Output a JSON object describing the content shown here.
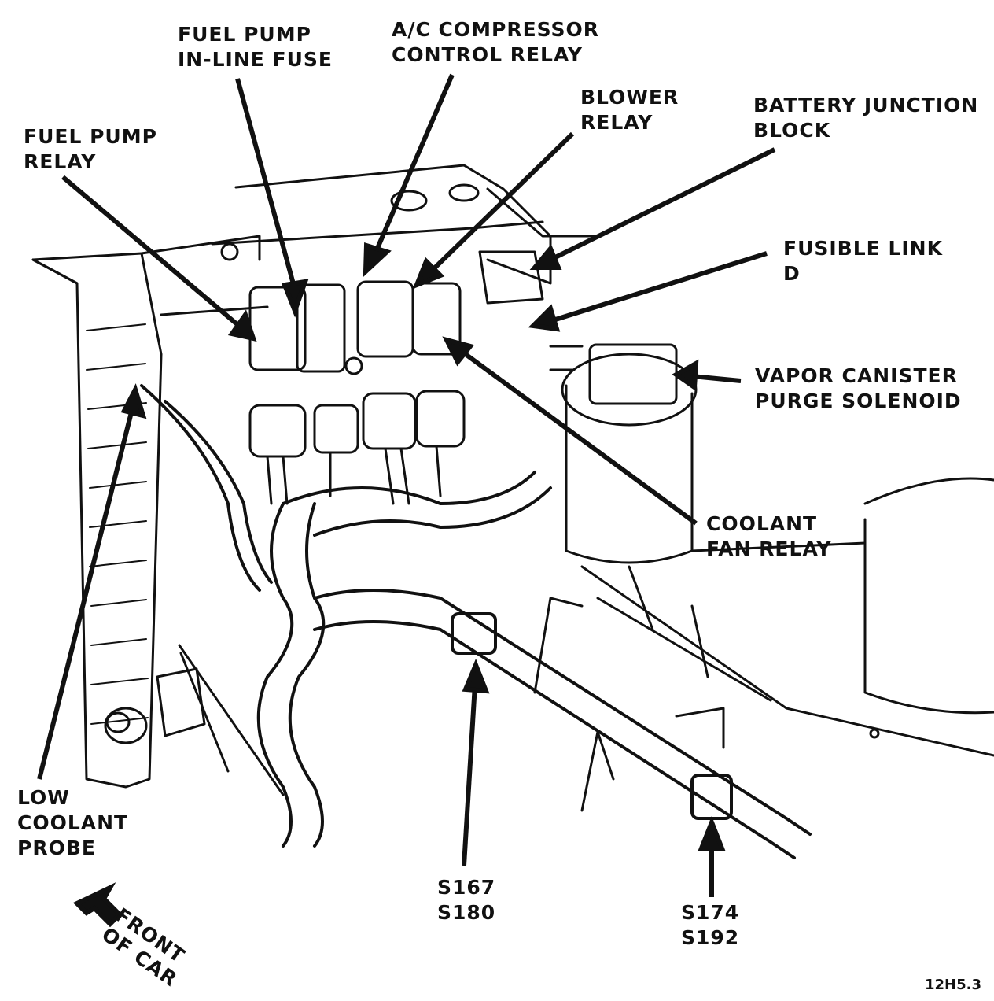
{
  "labels": {
    "fuel_pump_inline_fuse": [
      "FUEL PUMP",
      "IN-LINE FUSE"
    ],
    "ac_compressor_control_relay": [
      "A/C COMPRESSOR",
      "CONTROL RELAY"
    ],
    "blower_relay": [
      "BLOWER",
      "RELAY"
    ],
    "battery_junction_block": [
      "BATTERY JUNCTION",
      "BLOCK"
    ],
    "fuel_pump_relay": [
      "FUEL PUMP",
      "RELAY"
    ],
    "fusible_link_d": [
      "FUSIBLE LINK",
      "D"
    ],
    "vapor_canister_purge_solenoid": [
      "VAPOR CANISTER",
      "PURGE SOLENOID"
    ],
    "coolant_fan_relay": [
      "COOLANT",
      "FAN RELAY"
    ],
    "low_coolant_probe": [
      "LOW",
      "COOLANT",
      "PROBE"
    ],
    "splice_s167_s180": [
      "S167",
      "S180"
    ],
    "splice_s174_s192": [
      "S174",
      "S192"
    ],
    "front_of_car": [
      "FRONT",
      "OF CAR"
    ]
  },
  "figure_id": "12H5.3",
  "colors": {
    "ink": "#111111",
    "paper": "#ffffff"
  }
}
